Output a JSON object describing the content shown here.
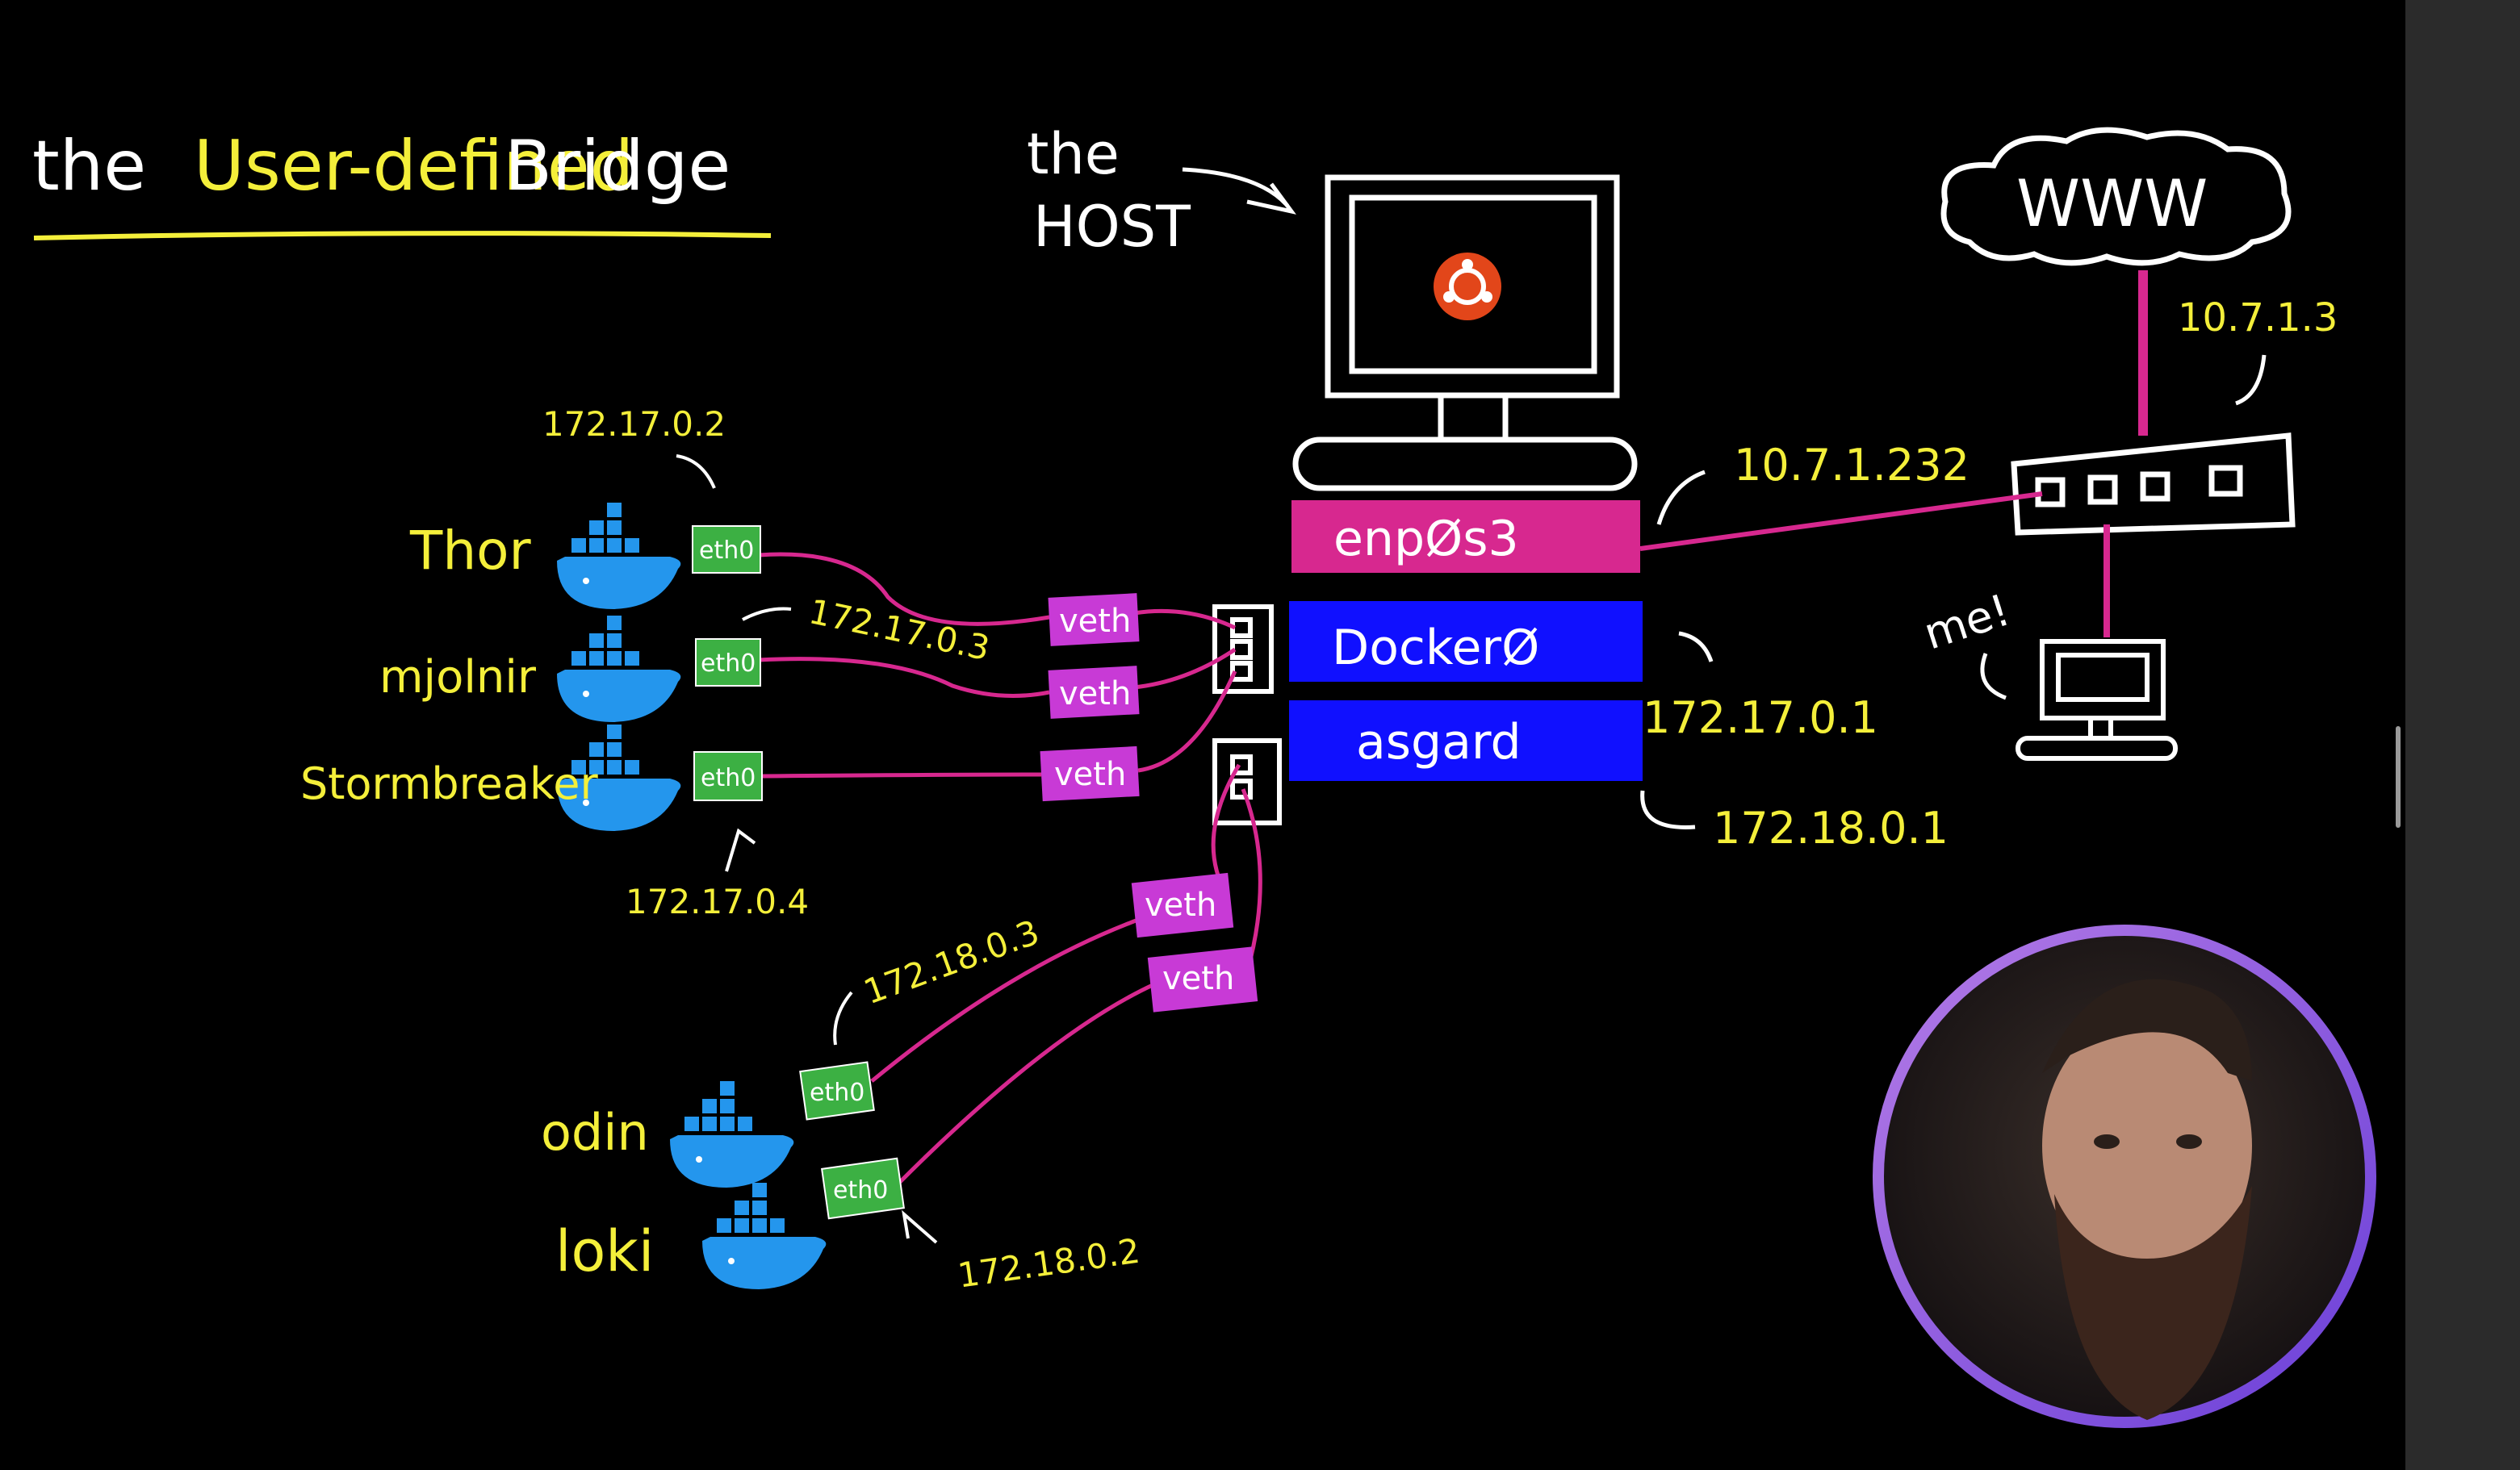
{
  "title": {
    "prefix": "the",
    "highlight": "User-defined",
    "suffix": "Bridge"
  },
  "host": {
    "label_line1": "the",
    "label_line2": "HOST"
  },
  "interfaces": {
    "enp": "enpØs3",
    "docker0": "DockerØ",
    "asgard": "asgard"
  },
  "addresses": {
    "enp_ip": "10.7.1.232",
    "docker0_ip": "172.17.0.1",
    "asgard_ip": "172.18.0.1",
    "router_ip": "10.7.1.3",
    "thor_ip": "172.17.0.2",
    "mjolnir_ip": "172.17.0.3",
    "stormbreaker_ip": "172.17.0.4",
    "odin_ip": "172.18.0.3",
    "loki_ip": "172.18.0.2"
  },
  "containers": {
    "thor": "Thor",
    "mjolnir": "mjolnir",
    "stormbreaker": "Stormbreaker",
    "odin": "odin",
    "loki": "loki"
  },
  "eth_label": "eth0",
  "veth_label": "veth",
  "internet": "WWW",
  "me_label": "me!",
  "colors": {
    "yellow": "#f4ef3a",
    "magenta": "#d7288f",
    "blue": "#1010ff",
    "green": "#3cb043",
    "veth": "#c83ad6",
    "docker_blue": "#2496ed",
    "ubuntu": "#e2461a",
    "white": "#ffffff"
  }
}
